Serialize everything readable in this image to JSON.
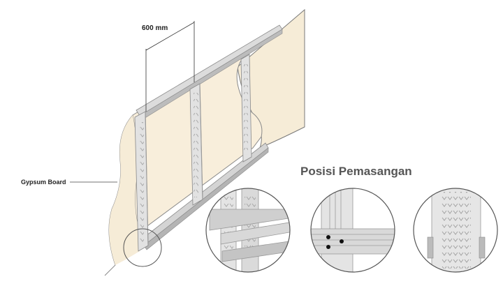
{
  "dimension": {
    "label": "600 mm"
  },
  "callout": {
    "label": "Gypsum Board"
  },
  "section": {
    "title": "Posisi Pemasangan"
  },
  "colors": {
    "board": "#f6ecd7",
    "board_edge": "#7a7a7a",
    "metal": "#d6d6d6",
    "metal_dark": "#9a9a9a",
    "title": "#555555"
  }
}
